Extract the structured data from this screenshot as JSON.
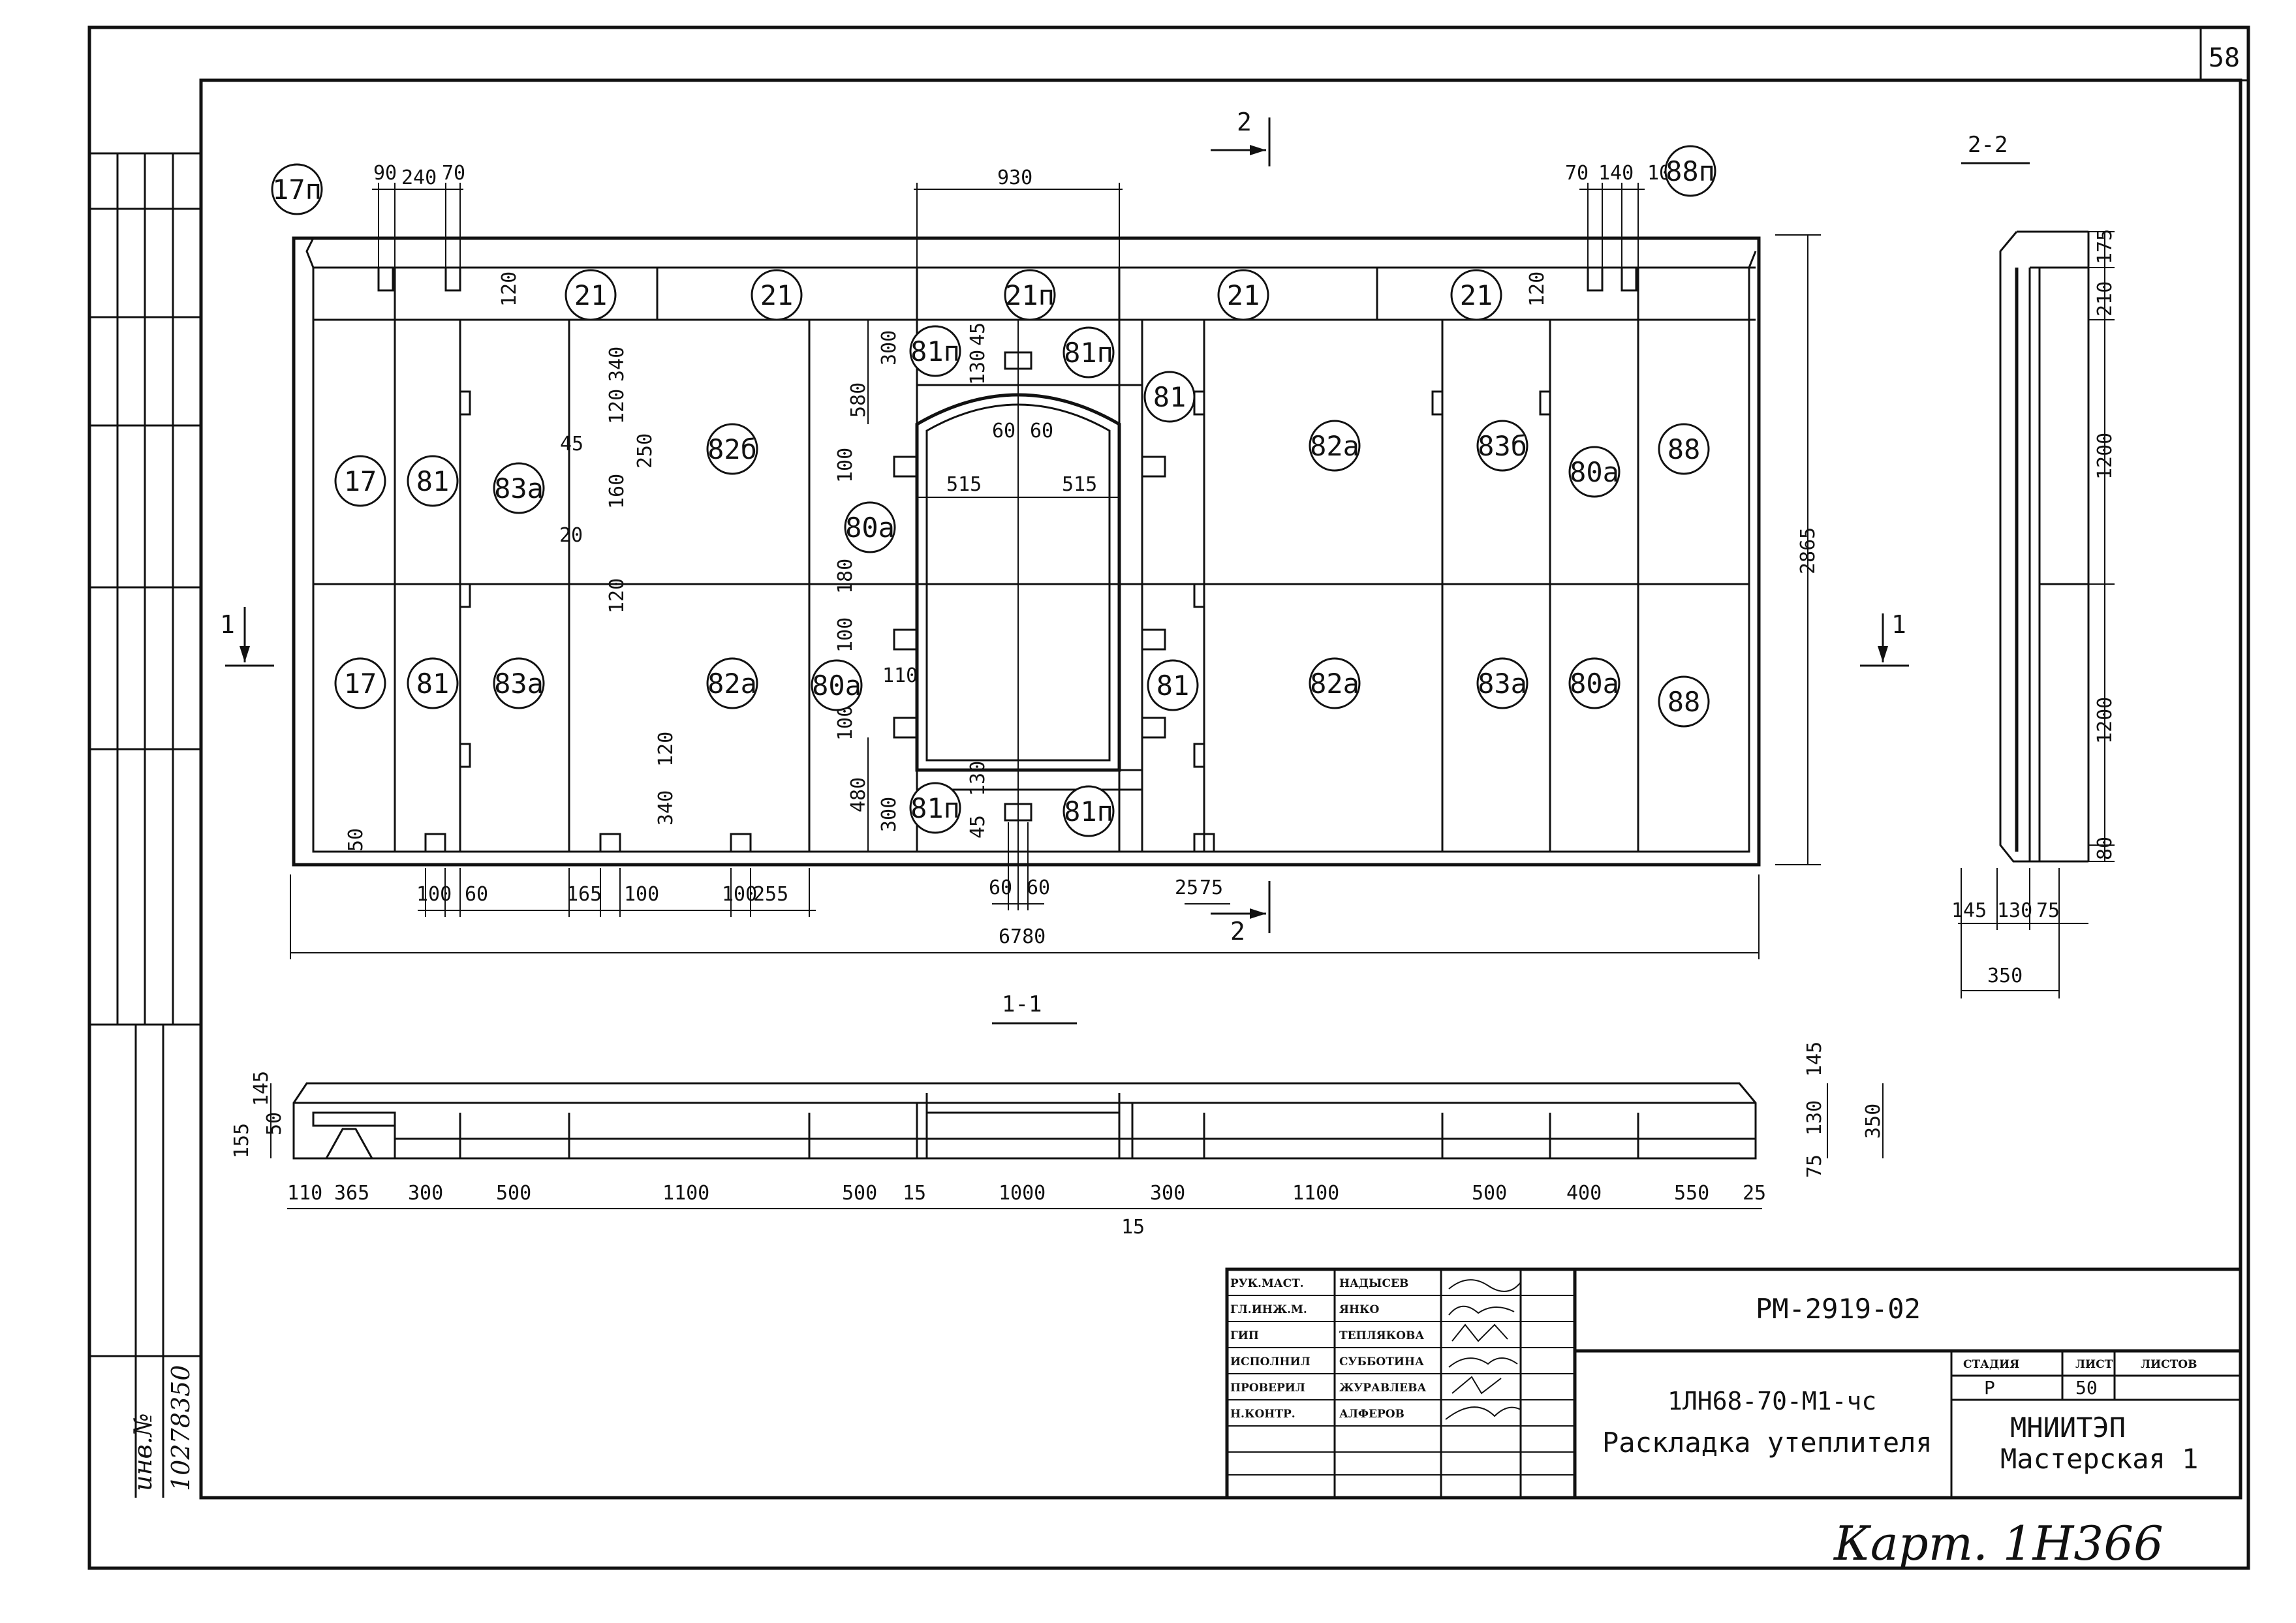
{
  "sheet_number": "58",
  "section_markers": {
    "cut_top": "2",
    "cut_bottom": "2",
    "cut_left": "1",
    "cut_right": "1",
    "section_1_1": "1-1",
    "section_2_2": "2-2"
  },
  "panel_marks": [
    "17п",
    "21",
    "21",
    "21п",
    "21",
    "21",
    "88п",
    "81п",
    "81п",
    "81",
    "17",
    "81",
    "83а",
    "82б",
    "80а",
    "82а",
    "83б",
    "80а",
    "88",
    "17",
    "81",
    "83а",
    "82а",
    "80а",
    "81",
    "82а",
    "83а",
    "80а",
    "88",
    "81п",
    "81п"
  ],
  "plan_dimensions": {
    "top_left": [
      "90",
      "240",
      "70"
    ],
    "top_center": "930",
    "top_right": [
      "70",
      "140",
      "100"
    ],
    "overall_height": "2865",
    "overall_length": "6780",
    "bottom": [
      "100",
      "60",
      "165",
      "100",
      "100",
      "255",
      "60",
      "60",
      "25",
      "75"
    ],
    "interior": [
      "120",
      "340",
      "120",
      "250",
      "45",
      "160",
      "20",
      "120",
      "580",
      "300",
      "100",
      "45",
      "130",
      "60",
      "60",
      "515",
      "515",
      "180",
      "100",
      "110",
      "100",
      "480",
      "300",
      "45",
      "130",
      "120",
      "340",
      "50",
      "120"
    ]
  },
  "section_1_1_dimensions": {
    "left_vertical": [
      "145",
      "155",
      "50"
    ],
    "bottom": [
      "110",
      "365",
      "300",
      "500",
      "1100",
      "500",
      "15",
      "1000",
      "300",
      "1100",
      "500",
      "400",
      "550",
      "25"
    ],
    "below": "15",
    "right_vertical": [
      "145",
      "130",
      "75",
      "350"
    ]
  },
  "section_2_2_dimensions": {
    "vertical": [
      "175",
      "210",
      "1200",
      "1200",
      "80"
    ],
    "bottom": [
      "145",
      "130",
      "75"
    ],
    "total": "350"
  },
  "title_block": {
    "roles": [
      "РУК.МАСТ.",
      "ГЛ.ИНЖ.М.",
      "ГИП",
      "ИСПОЛНИЛ",
      "ПРОВЕРИЛ",
      "Н.КОНТР."
    ],
    "names": [
      "НАДЫСЕВ",
      "ЯНКО",
      "ТЕПЛЯКОВА",
      "СУББОТИНА",
      "ЖУРАВЛЕВА",
      "АЛФЕРОВ"
    ],
    "doc_code": "РМ-2919-02",
    "product": "1ЛН68-70-М1-чс",
    "drawing_title": "Раскладка утеплителя",
    "col_stage": "СТАДИЯ",
    "col_sheet": "ЛИСТ",
    "col_sheets": "ЛИСТОВ",
    "stage": "Р",
    "sheet": "50",
    "org_line1": "МНИИТЭП",
    "org_line2": "Мастерская 1"
  },
  "margin_stamp": [
    "инв.№",
    "10278350"
  ],
  "handwritten_note": "Карт. 1Н366"
}
